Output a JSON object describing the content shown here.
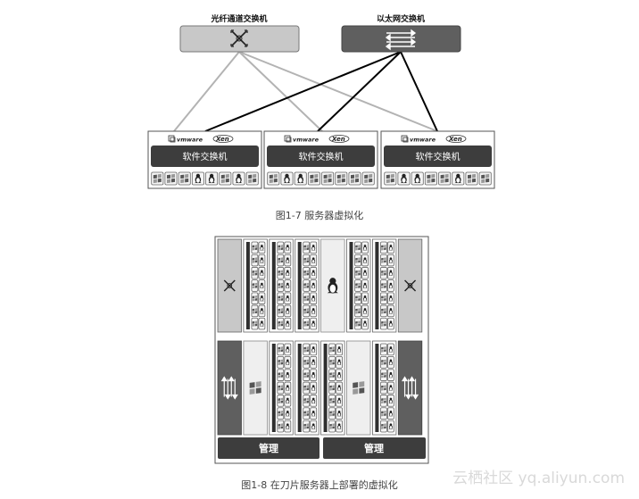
{
  "fig1": {
    "fc_switch_label": "光纤通道交换机",
    "eth_switch_label": "以太网交换机",
    "soft_switch_label": "软件交换机",
    "vmware_label": "vmware",
    "xen_label": "Xen",
    "caption": "图1-7 服务器虚拟化"
  },
  "fig2": {
    "mgmt_label": "管理",
    "caption": "图1-8 在刀片服务器上部署的虚拟化"
  },
  "watermark": "云栖社区 yq.aliyun.com",
  "colors": {
    "dark_bar": "#3d3d3d",
    "light_switch": "#c8c8c8",
    "dark_switch": "#5f5f5f",
    "fc_link": "#b3b3b3",
    "eth_link": "#000000"
  }
}
